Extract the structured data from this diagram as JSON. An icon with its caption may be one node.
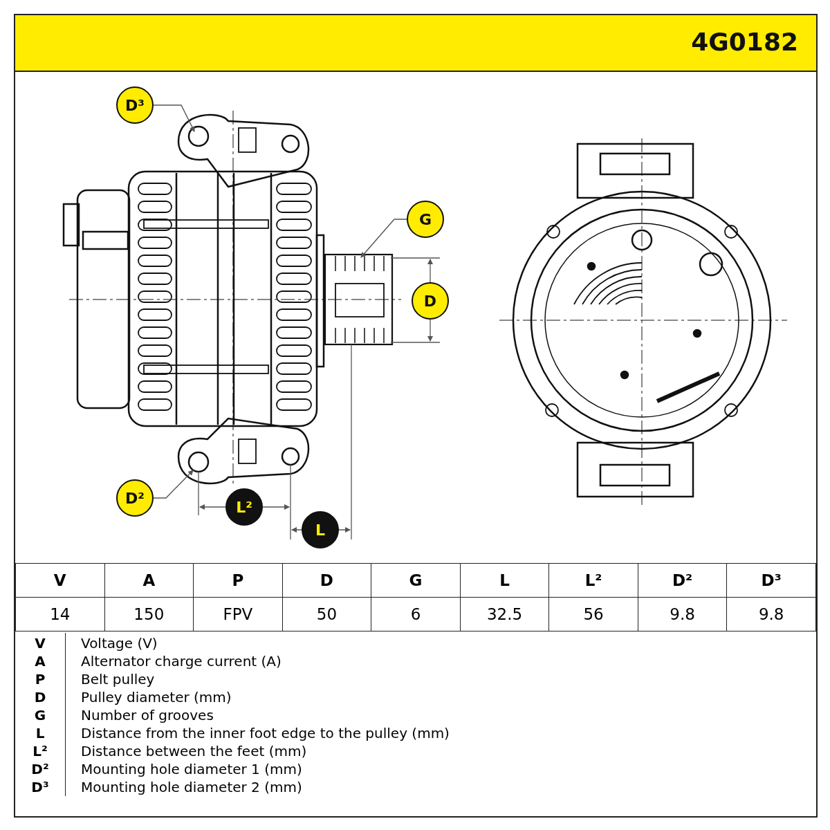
{
  "diagram": {
    "nodes": [
      {
        "text": [
          "D³"
        ]
      },
      {
        "text": [
          "G"
        ]
      },
      {
        "text": [
          "D"
        ]
      },
      {
        "text": [
          "D²"
        ]
      },
      {
        "text": [
          "L²"
        ]
      },
      {
        "text": [
          "L"
        ]
      }
    ],
    "edges": [
      {
        "from": 0,
        "to": null,
        "arrow": "to"
      },
      {
        "from": 1,
        "to": null,
        "arrow": "to"
      },
      {
        "from": 3,
        "to": null,
        "arrow": "to"
      }
    ],
    "labels": [
      "4G0182",
      "V",
      "A",
      "P",
      "D",
      "G",
      "L",
      "L²",
      "D²",
      "D³",
      "14",
      "150",
      "FPV",
      "50",
      "6",
      "32.5",
      "56",
      "9.8",
      "9.8",
      "V",
      "Voltage (V)",
      "A",
      "Alternator charge current (A)",
      "P",
      "Belt pulley",
      "D",
      "Pulley diameter (mm)",
      "G",
      "Number of grooves",
      "L",
      "Distance from the inner foot edge to the pulley (mm)",
      "L²",
      "Distance between the feet (mm)",
      "D²",
      "Mounting hole diameter 1 (mm)",
      "D³",
      "Mounting hole diameter 2 (mm)"
    ]
  }
}
